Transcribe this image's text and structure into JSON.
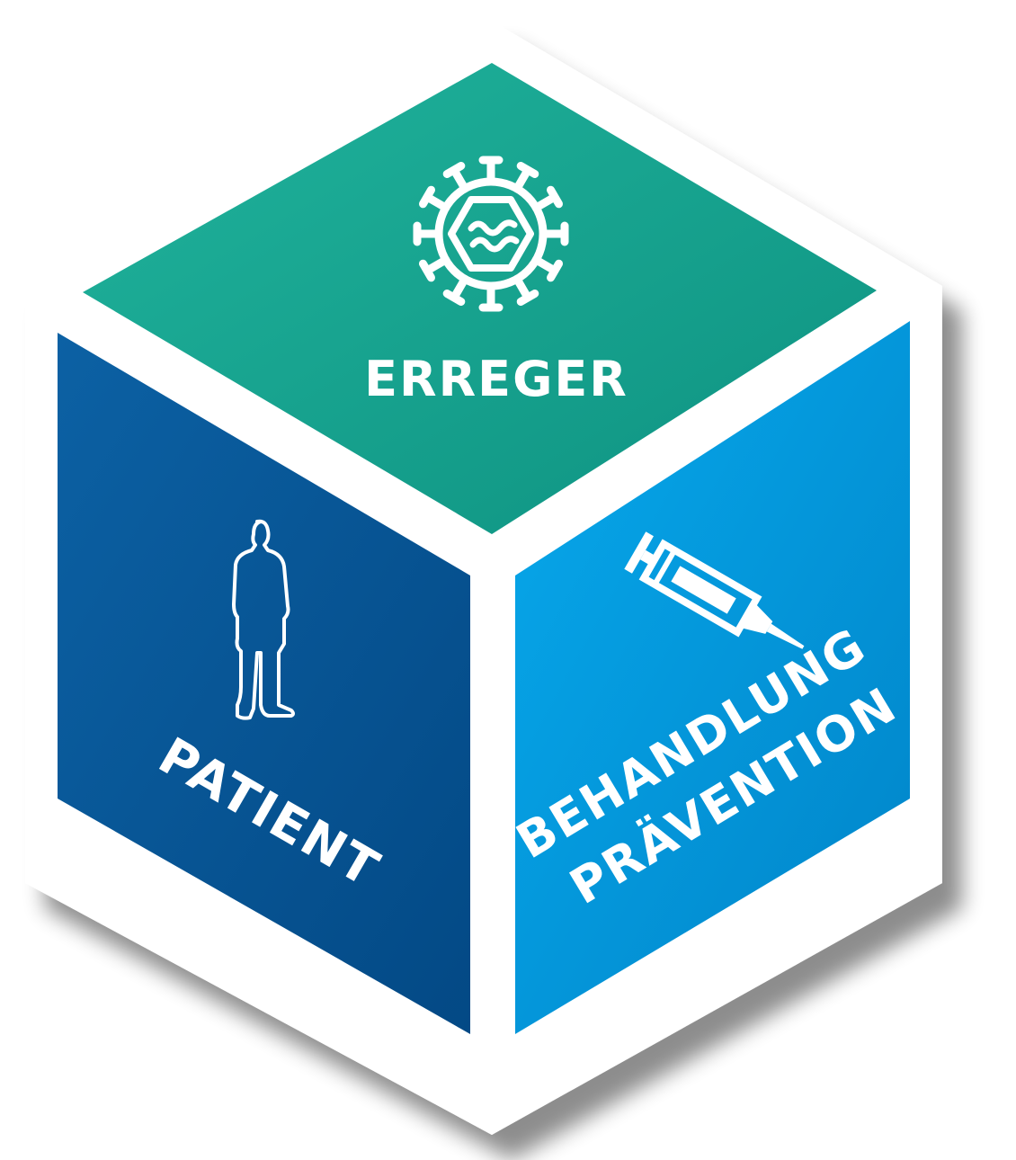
{
  "faces": {
    "top": {
      "label": "ERREGER",
      "icon": "virus-icon",
      "color_light": "#1eb09a",
      "color_dark": "#0f9583"
    },
    "left": {
      "label": "PATIENT",
      "icon": "person-silhouette-icon",
      "color_light": "#0b5da0",
      "color_dark": "#044c8a"
    },
    "right": {
      "label_line1": "BEHANDLUNG",
      "label_line2": "PRÄVENTION",
      "icon": "syringe-icon",
      "color_light": "#05a5e8",
      "color_dark": "#0186ca"
    }
  },
  "frame_color": "#ffffff"
}
